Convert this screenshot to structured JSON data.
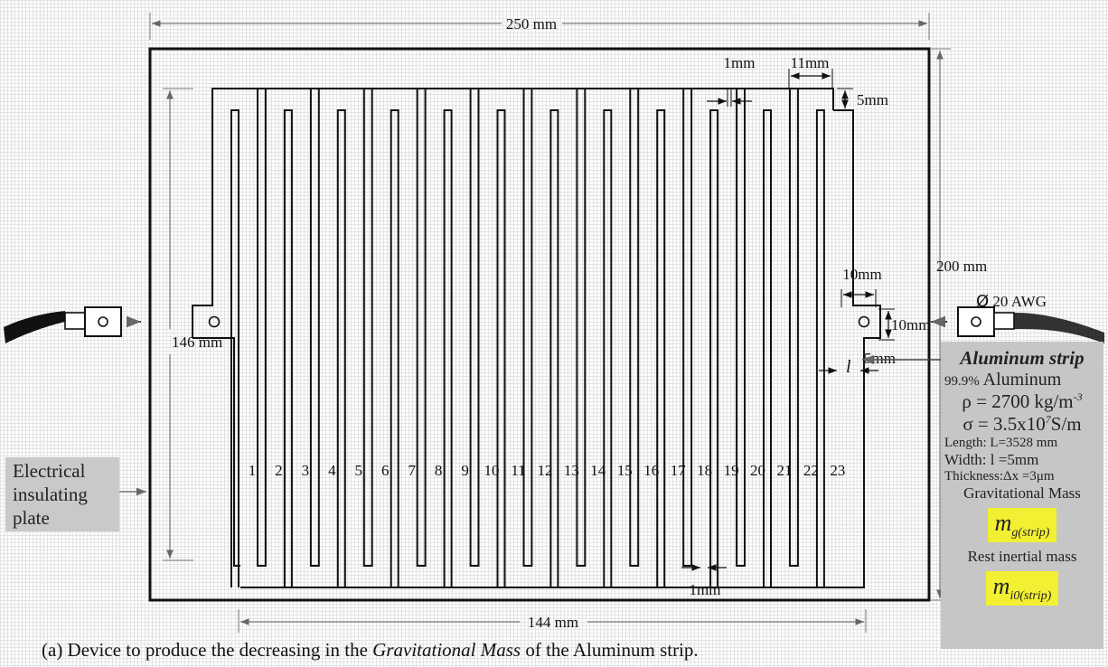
{
  "dims": {
    "width_250": "250 mm",
    "height_200": "200 mm",
    "height_146": "146 mm",
    "width_144": "144 mm",
    "gap_top": "1mm",
    "gap_bottom": "1mm",
    "pitch": "11mm",
    "bar_5": "5mm",
    "pad_w": "10mm",
    "pad_h": "10mm",
    "strip_w": "5mm",
    "l_symbol": "l"
  },
  "strip_numbers": [
    "1",
    "2",
    "3",
    "4",
    "5",
    "6",
    "7",
    "8",
    "9",
    "10",
    "11",
    "12",
    "13",
    "14",
    "15",
    "16",
    "17",
    "18",
    "19",
    "20",
    "21",
    "22",
    "23"
  ],
  "labels": {
    "insulating": [
      "Electrical",
      "insulating",
      "plate"
    ],
    "wire": "20 AWG",
    "wire_symbol": "Ø"
  },
  "panel": {
    "title": "Aluminum strip",
    "purity_pct": "99.9%",
    "purity_name": "Aluminum",
    "rho": "ρ = 2700 kg/m",
    "rho_exp": "-3",
    "sigma": "σ = 3.5x10",
    "sigma_exp": "7",
    "sigma_unit": "S/m",
    "length": "Length: L=3528 mm",
    "width": "Width: l =5mm",
    "thickness": "Thickness:Δx =3μm",
    "grav_mass": "Gravitational Mass",
    "mg_sym": "m",
    "mg_sub": "g(strip)",
    "rest_mass": "Rest inertial mass",
    "mi_sym": "m",
    "mi_sub": "i0(strip)"
  },
  "caption": {
    "pre": "(a) Device to produce the decreasing in the ",
    "em": "Gravitational Mass",
    "post": " of the Aluminum strip."
  }
}
